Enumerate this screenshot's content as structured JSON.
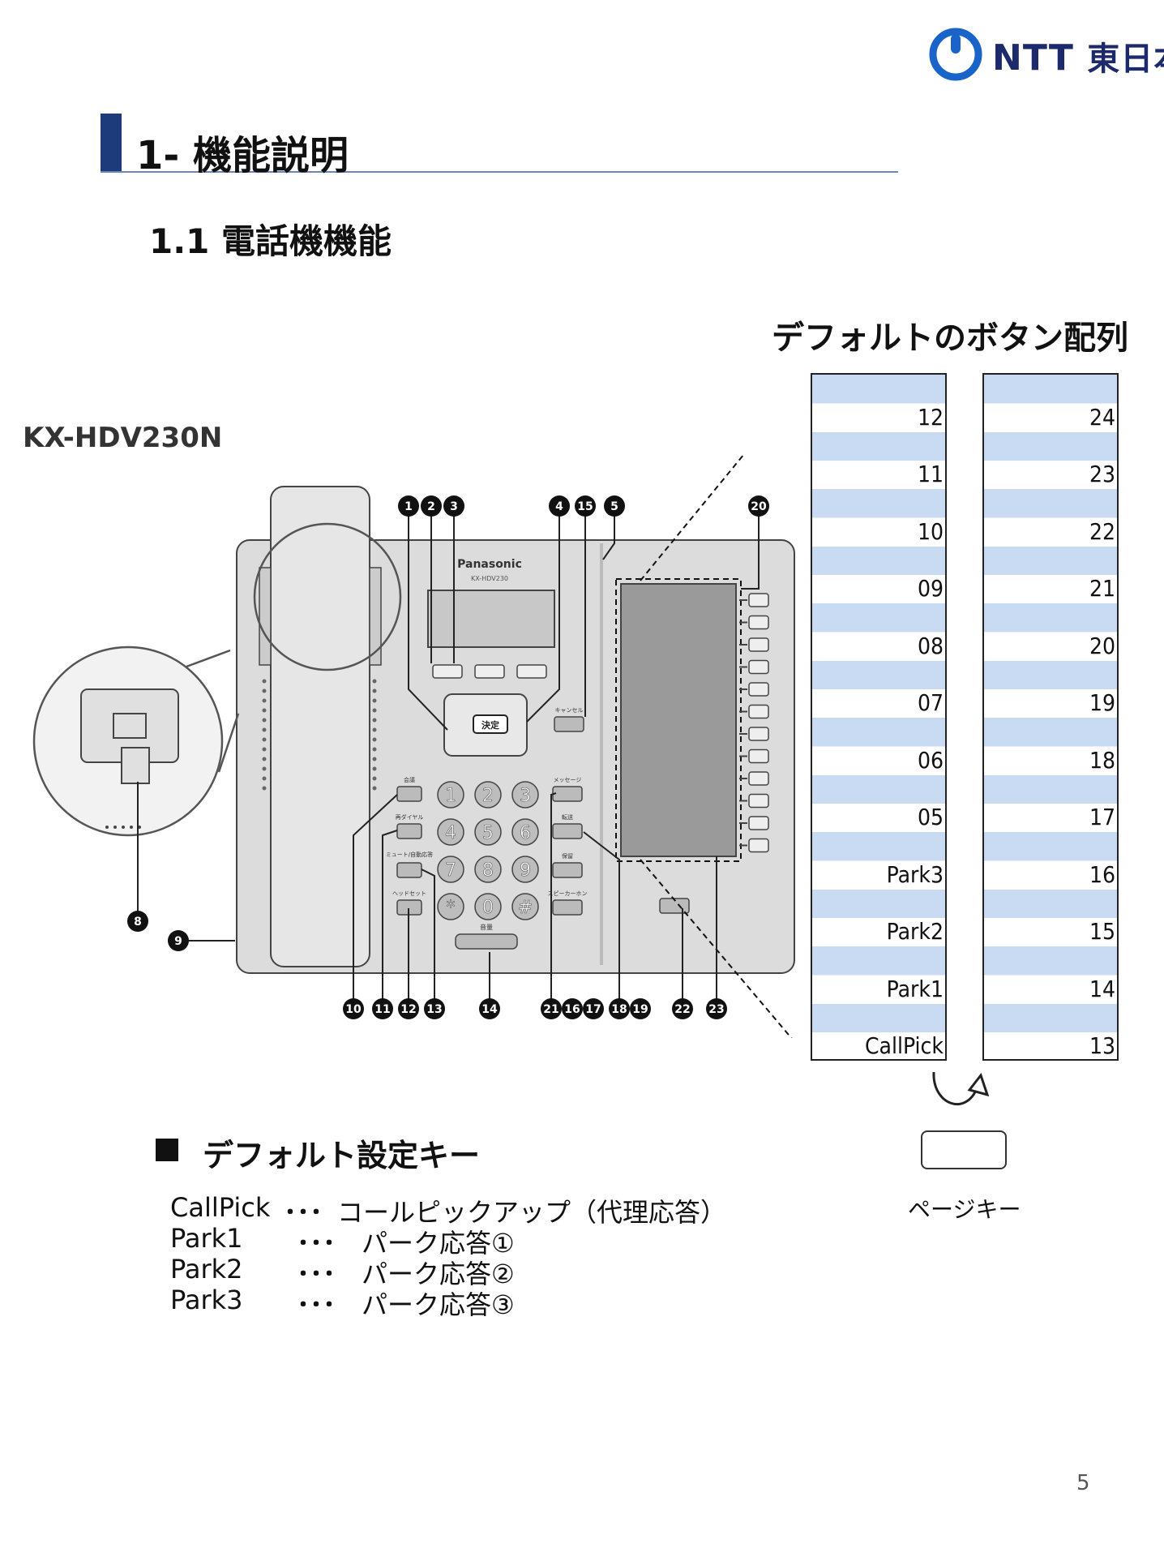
{
  "logo": {
    "brand": "NTT",
    "company": "東日本",
    "accent": "#1a63c8"
  },
  "heading": {
    "section": "1- 機能説明",
    "subsection": "1.1 電話機機能"
  },
  "model": "KX-HDV230N",
  "layout_title": "デフォルトのボタン配列",
  "columns": {
    "left": [
      "12",
      "11",
      "10",
      "09",
      "08",
      "07",
      "06",
      "05",
      "Park3",
      "Park2",
      "Park1",
      "CallPick"
    ],
    "right": [
      "24",
      "23",
      "22",
      "21",
      "20",
      "19",
      "18",
      "17",
      "16",
      "15",
      "14",
      "13"
    ]
  },
  "page_key": {
    "label": "ページキー"
  },
  "phone": {
    "brand": "Panasonic",
    "model_print": "KX-HDV230",
    "enter_label": "決定",
    "cancel_label": "キャンセル",
    "conference_label": "会議",
    "redial_label": "再ダイヤル",
    "mute_label": "ミュート/自動応答",
    "headset_label": "ヘッドセット",
    "message_label": "メッセージ",
    "transfer_label": "転送",
    "hold_label": "保留",
    "speaker_label": "スピーカーホン",
    "volume_label": "音量",
    "callouts_top": [
      "1",
      "2",
      "3",
      "4",
      "15",
      "5",
      "20"
    ],
    "callouts_bottom": [
      "10",
      "11",
      "12",
      "13",
      "14",
      "21",
      "16",
      "17",
      "18",
      "19",
      "22",
      "23"
    ],
    "callouts_side": [
      "8",
      "9"
    ],
    "keypad": [
      "1",
      "2",
      "3",
      "4",
      "5",
      "6",
      "7",
      "8",
      "9",
      "*",
      "0",
      "#"
    ]
  },
  "default_keys": {
    "title": "デフォルト設定キー",
    "rows": [
      {
        "key": "CallPick",
        "dots": "･･･",
        "desc": "コールピックアップ（代理応答）"
      },
      {
        "key": "Park1",
        "dots": "･･･",
        "desc": "パーク応答①"
      },
      {
        "key": "Park2",
        "dots": "･･･",
        "desc": "パーク応答②"
      },
      {
        "key": "Park3",
        "dots": "･･･",
        "desc": "パーク応答③"
      }
    ]
  },
  "page_number": "5"
}
